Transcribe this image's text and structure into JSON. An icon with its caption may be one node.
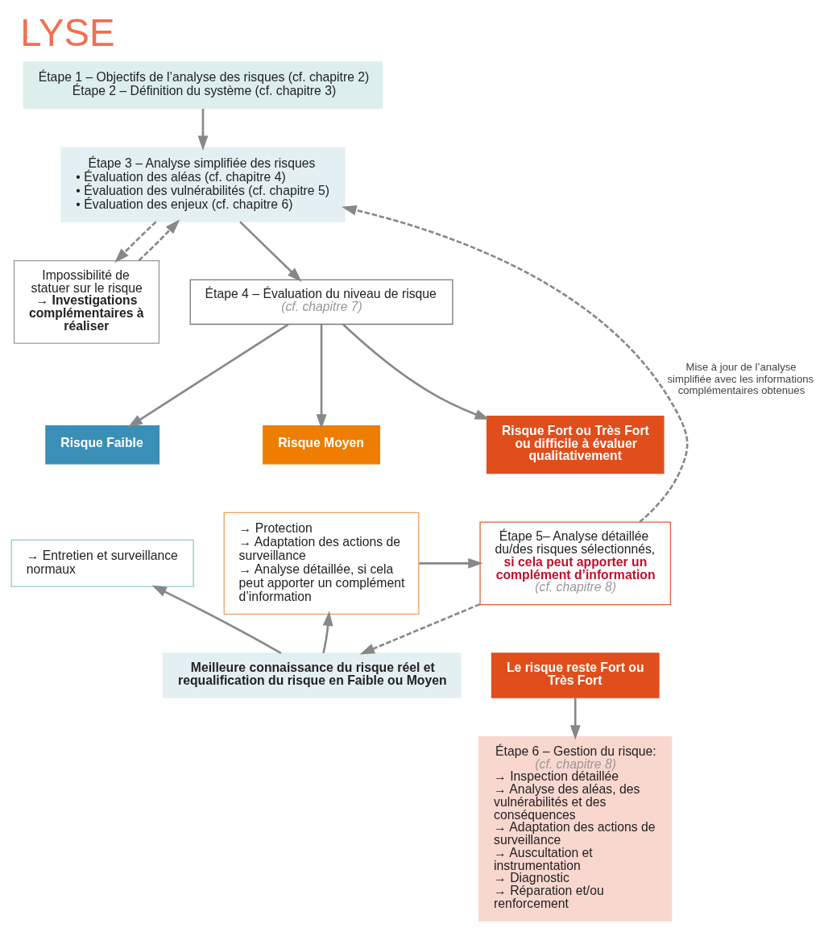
{
  "diagram": {
    "title": "LYSE",
    "nodes": [
      {
        "text": [
          "Étape 1 – Objectifs de l’analyse des risques (cf. chapitre 2)",
          "Étape 2 – Définition du système (cf. chapitre 3)"
        ]
      },
      {
        "text": [
          "Étape 3 – Analyse simplifiée des risques",
          "• Évaluation des aléas (cf. chapitre 4)",
          "• Évaluation des vulnérabilités (cf. chapitre 5)",
          "• Évaluation des enjeux (cf. chapitre 6)"
        ]
      },
      {
        "text": [
          "Impossibilité de statuer sur le risque",
          "→ Investigations complémentaires à réaliser"
        ]
      },
      {
        "text": [
          "Étape 4 – Évaluation du niveau de risque",
          "(cf. chapitre 7)"
        ]
      },
      {
        "text": [
          "Risque Faible"
        ]
      },
      {
        "text": [
          "Risque Moyen"
        ]
      },
      {
        "text": [
          "Risque Fort ou Très Fort ou difficile à évaluer qualitativement"
        ]
      },
      {
        "text": [
          "→ Entretien et surveillance normaux"
        ]
      },
      {
        "text": [
          "→ Protection",
          "→ Adaptation des actions de surveillance",
          "→ Analyse détaillée, si cela peut apporter un complément d’information"
        ]
      },
      {
        "text": [
          "Étape 5– Analyse détaillée du/des risques sélectionnés,",
          "si cela peut apporter un complément d’information",
          "(cf. chapitre 8)"
        ]
      },
      {
        "text": [
          "Le risque reste Fort ou Très Fort"
        ]
      },
      {
        "text": [
          "Étape 6 – Gestion du risque:",
          "(cf. chapitre 8)",
          "→ Inspection détaillée",
          "→ Analyse des aléas, des vulnérabilités et des conséquences",
          "→ Adaptation des actions de surveillance",
          "→ Auscultation et instrumentation",
          "→ Diagnostic",
          "→ Réparation et/ou renforcement"
        ]
      },
      {
        "text": [
          "Meilleure connaissance du risque réel et requalification du risque en Faible ou Moyen"
        ]
      }
    ],
    "edges": [
      {
        "from": 0,
        "to": 1,
        "arrow": "to"
      },
      {
        "from": 1,
        "to": 3,
        "arrow": "to"
      },
      {
        "from": 1,
        "to": 2,
        "arrow": "to",
        "style": "dashed"
      },
      {
        "from": 2,
        "to": 1,
        "arrow": "to",
        "style": "dashed"
      },
      {
        "from": 3,
        "to": 4,
        "arrow": "to"
      },
      {
        "from": 3,
        "to": 5,
        "arrow": "to"
      },
      {
        "from": 3,
        "to": 6,
        "arrow": "to"
      },
      {
        "from": 8,
        "to": 9,
        "arrow": "to"
      },
      {
        "from": 9,
        "to": 1,
        "arrow": "to",
        "style": "dashed",
        "label": "Mise à jour de l’analyse simplifiée avec les informations complémentaires obtenues"
      },
      {
        "from": 10,
        "to": 11,
        "arrow": "to"
      },
      {
        "from": 9,
        "to": 12,
        "arrow": "to",
        "style": "dashed"
      },
      {
        "from": 12,
        "to": 7,
        "arrow": "to"
      },
      {
        "from": 12,
        "to": 8,
        "arrow": "to"
      }
    ]
  }
}
